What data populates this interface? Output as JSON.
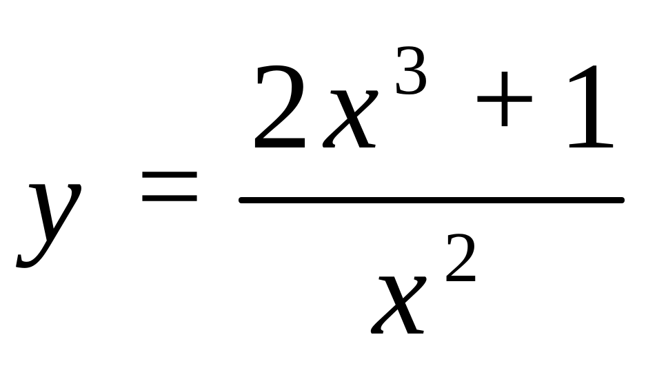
{
  "equation": {
    "lhs": "y",
    "equals": "=",
    "numerator": {
      "coefficient": "2",
      "variable": "x",
      "exponent": "3",
      "operator": "+",
      "constant": "1"
    },
    "denominator": {
      "variable": "x",
      "exponent": "2"
    },
    "ink_color": "#000000",
    "background_color": "#ffffff"
  }
}
